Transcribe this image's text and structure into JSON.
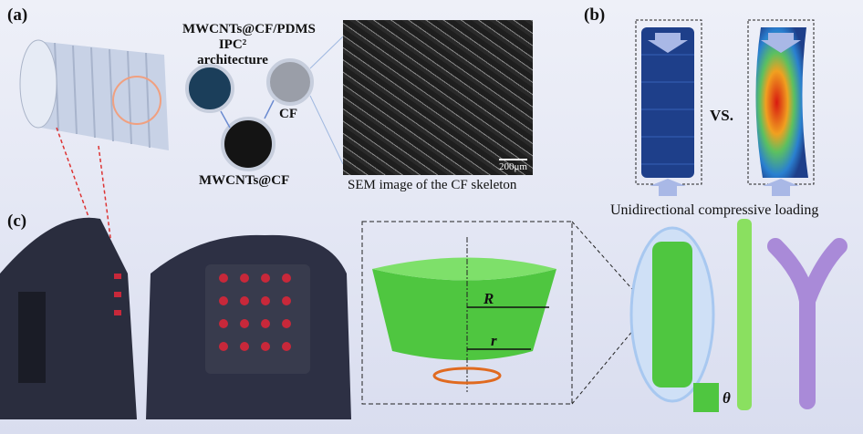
{
  "panel_a": {
    "label": "(a)",
    "architecture_title": "MWCNTs@CF/PDMS",
    "architecture_subtitle": "IPC² architecture",
    "cf_label": "CF",
    "mwcnts_label": "MWCNTs@CF",
    "scale_bar": "200μm",
    "sem_caption": "SEM image of the CF skeleton"
  },
  "panel_b": {
    "label": "(b)",
    "vs_label": "VS.",
    "caption": "Unidirectional compressive loading"
  },
  "panel_c": {
    "label": "(c)",
    "outer_radius_label": "R",
    "inner_radius_label": "r",
    "angle_label": "θ"
  },
  "colors": {
    "green": "#4fc640",
    "blue_column": "#1e3f8a",
    "purple_tube": "#a98ad8",
    "orange_arrow": "#e06a20",
    "vest_dots": "#c8283a"
  }
}
